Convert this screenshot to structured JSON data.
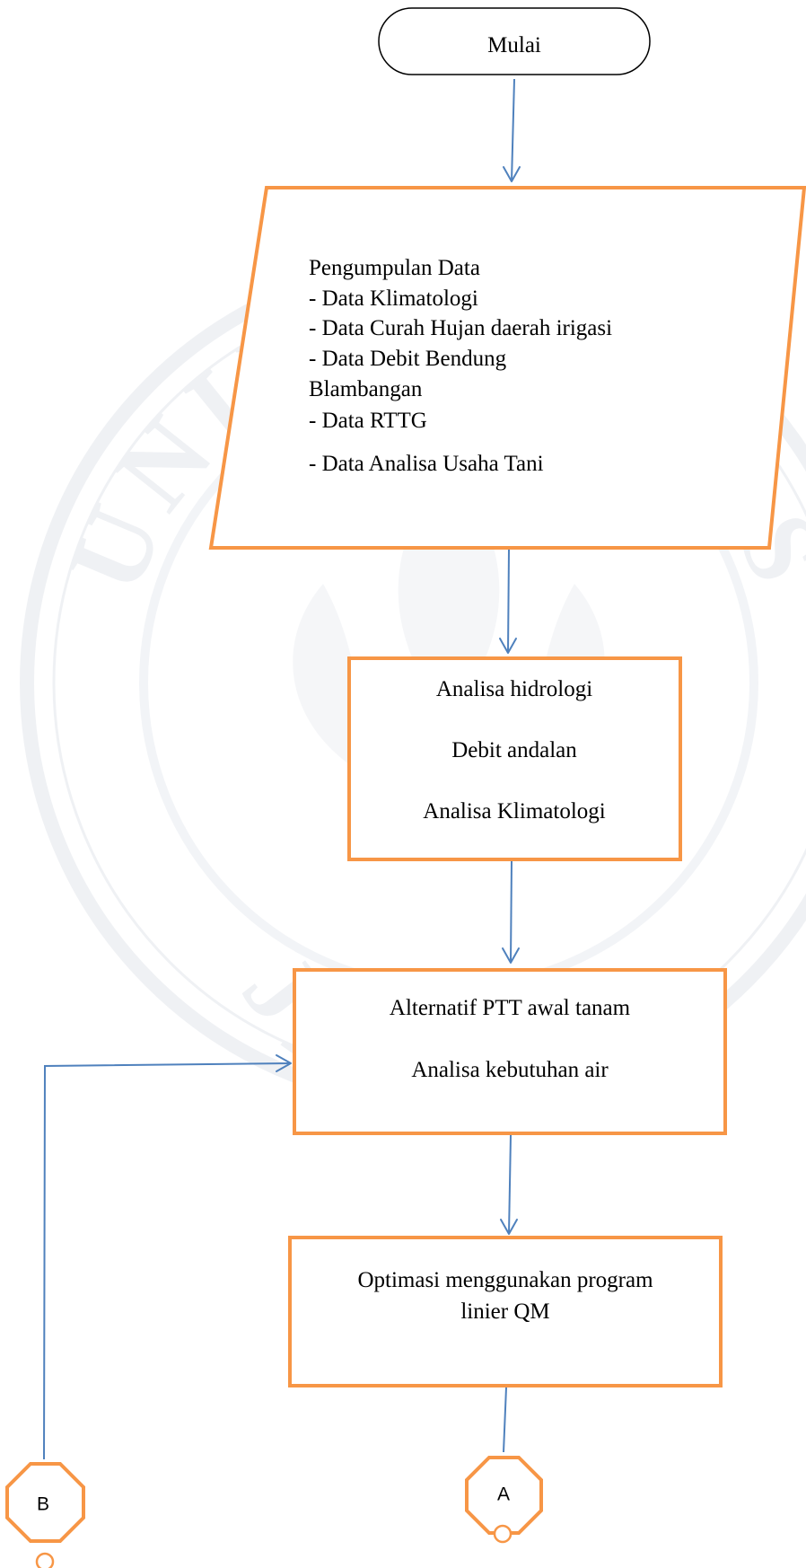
{
  "colors": {
    "shape_stroke": "#f79646",
    "arrow": "#4f81bd",
    "terminator_stroke": "#000000",
    "watermark": "#e3e6ec"
  },
  "watermark": {
    "text_top": "UNIVERSITAS",
    "text_bottom": "JEMBER"
  },
  "flowchart": {
    "start": {
      "label": "Mulai"
    },
    "input": {
      "lines": [
        "Pengumpulan Data",
        "- Data Klimatologi",
        "- Data Curah Hujan daerah irigasi",
        "- Data Debit Bendung",
        "Blambangan",
        "- Data RTTG",
        "- Data Analisa Usaha Tani"
      ]
    },
    "analysis": {
      "lines": [
        "Analisa hidrologi",
        "Debit andalan",
        "Analisa Klimatologi"
      ]
    },
    "alternative": {
      "lines": [
        "Alternatif PTT awal tanam",
        "Analisa kebutuhan air"
      ]
    },
    "optimization": {
      "lines": [
        "Optimasi menggunakan program",
        "linier QM"
      ]
    },
    "connector_a": {
      "label": "A"
    },
    "connector_b": {
      "label": "B"
    }
  }
}
